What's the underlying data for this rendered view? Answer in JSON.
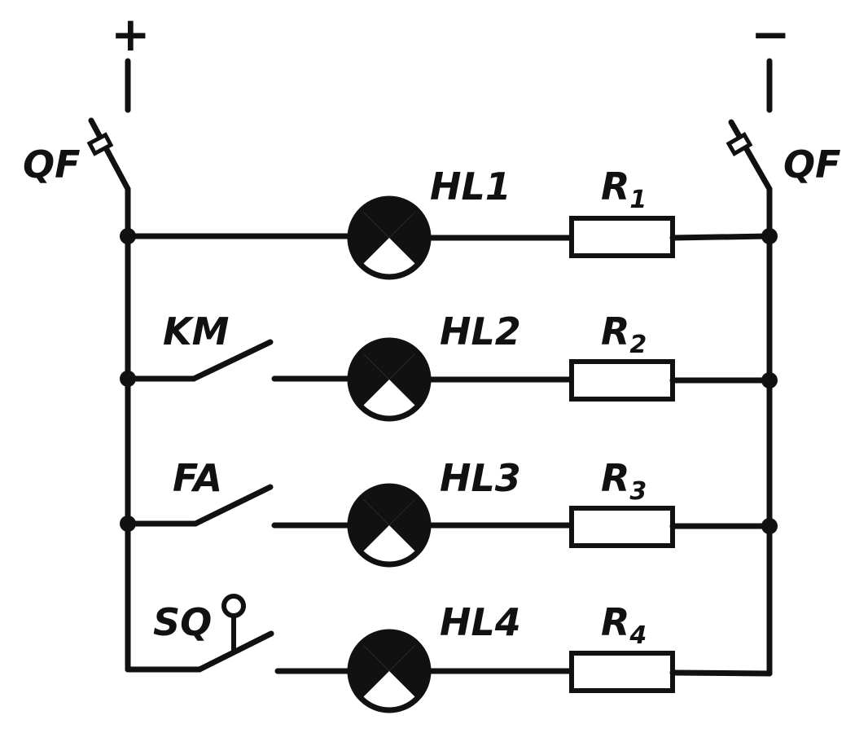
{
  "polarity": {
    "plus": "+",
    "minus": "−"
  },
  "breakers": {
    "left": "QF",
    "right": "QF"
  },
  "lamps": [
    "HL1",
    "HL2",
    "HL3",
    "HL4"
  ],
  "resistors": [
    {
      "base": "R",
      "sub": "1"
    },
    {
      "base": "R",
      "sub": "2"
    },
    {
      "base": "R",
      "sub": "3"
    },
    {
      "base": "R",
      "sub": "4"
    }
  ],
  "contacts": [
    "KM",
    "FA",
    "SQ"
  ]
}
